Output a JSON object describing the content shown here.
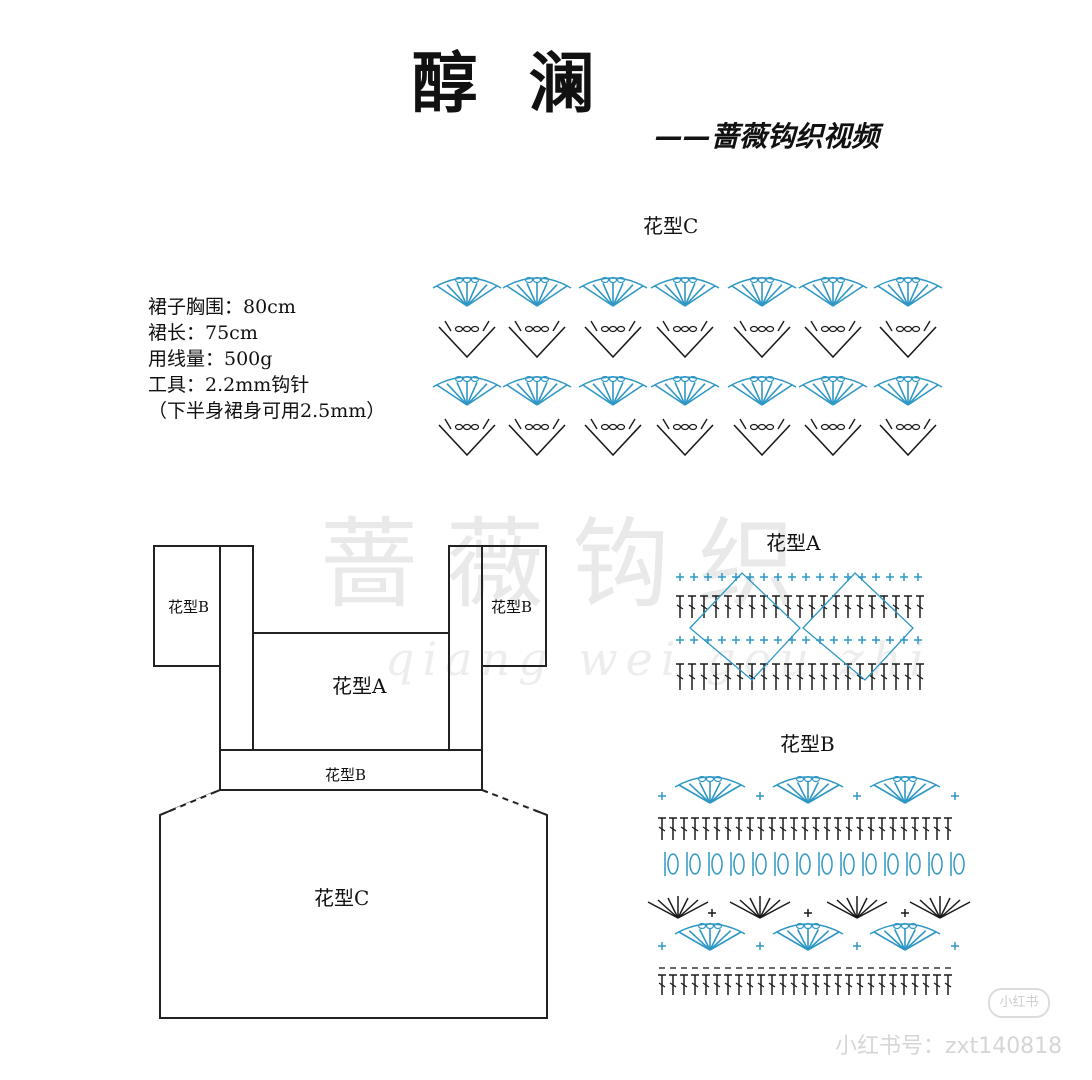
{
  "title": "醇 澜",
  "subtitle": "——蔷薇钩织视频",
  "specs": [
    "裙子胸围：80cm",
    "裙长：75cm",
    "用线量：500g",
    "工具：2.2mm钩针",
    "（下半身裙身可用2.5mm）"
  ],
  "pattern_labels": {
    "c": "花型C",
    "a": "花型A",
    "b": "花型B"
  },
  "schematic_labels": {
    "left_strap": "花型B",
    "right_strap": "花型B",
    "bodice": "花型A",
    "waistband": "花型B",
    "skirt": "花型C"
  },
  "watermark": {
    "brand": "蔷薇钩织",
    "pinyin": "qiang wei gou zhi",
    "badge": "小红书",
    "id": "小红书号：zxt140818"
  },
  "colors": {
    "ink": "#1a1a1a",
    "blue": "#2f97c4",
    "line": "#222222"
  }
}
